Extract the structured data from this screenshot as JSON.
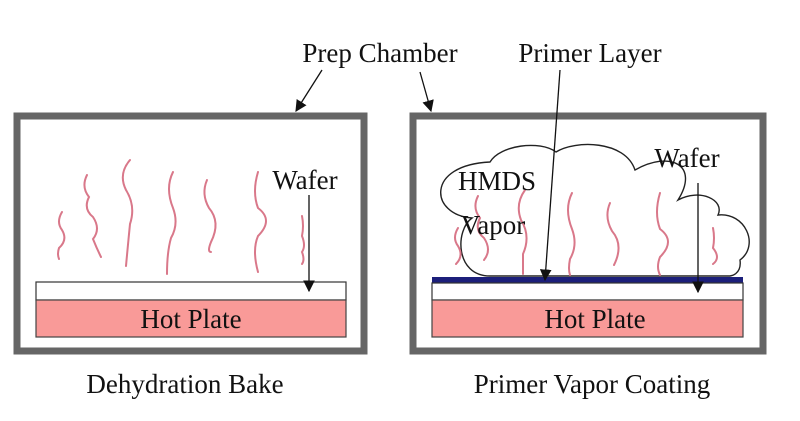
{
  "labels": {
    "prep_chamber": "Prep Chamber",
    "primer_layer": "Primer Layer",
    "wafer_left": "Wafer",
    "wafer_right": "Wafer",
    "hot_plate_left": "Hot Plate",
    "hot_plate_right": "Hot Plate",
    "hmds": "HMDS",
    "vapor": "Vapor"
  },
  "captions": {
    "left": "Dehydration Bake",
    "right": "Primer Vapor Coating"
  },
  "colors": {
    "chamber_wall": "#666666",
    "hot_plate": "#f99a98",
    "heat_waves": "#d9788a",
    "primer_layer": "#1c1f7a"
  }
}
